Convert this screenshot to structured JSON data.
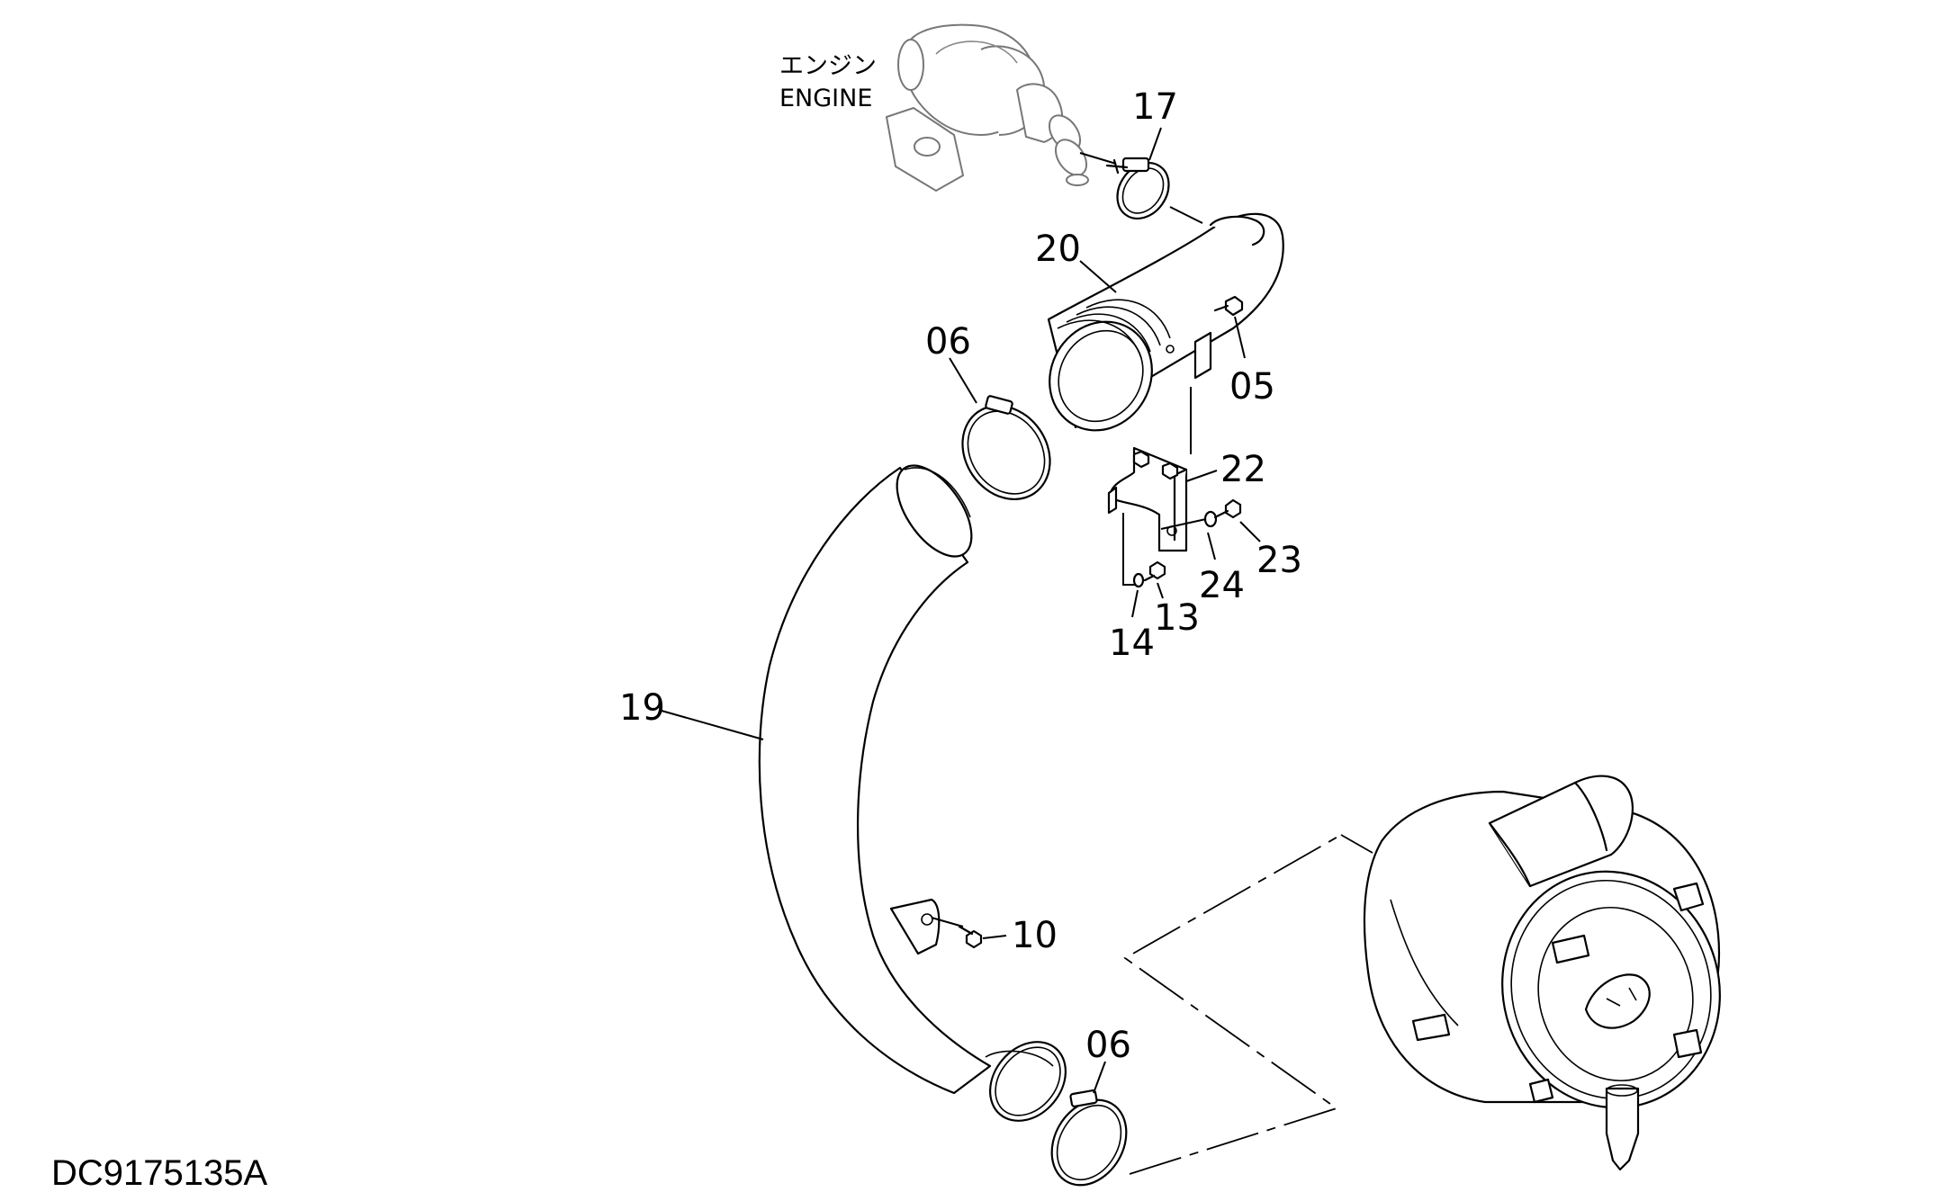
{
  "engine_label_ja": "エンジン",
  "engine_label_en": "ENGINE",
  "drawing_code": "DC9175135A",
  "callouts": {
    "p17": "17",
    "p20": "20",
    "p06a": "06",
    "p05": "05",
    "p22": "22",
    "p23": "23",
    "p24": "24",
    "p13": "13",
    "p14": "14",
    "p19": "19",
    "p10": "10",
    "p06b": "06"
  }
}
